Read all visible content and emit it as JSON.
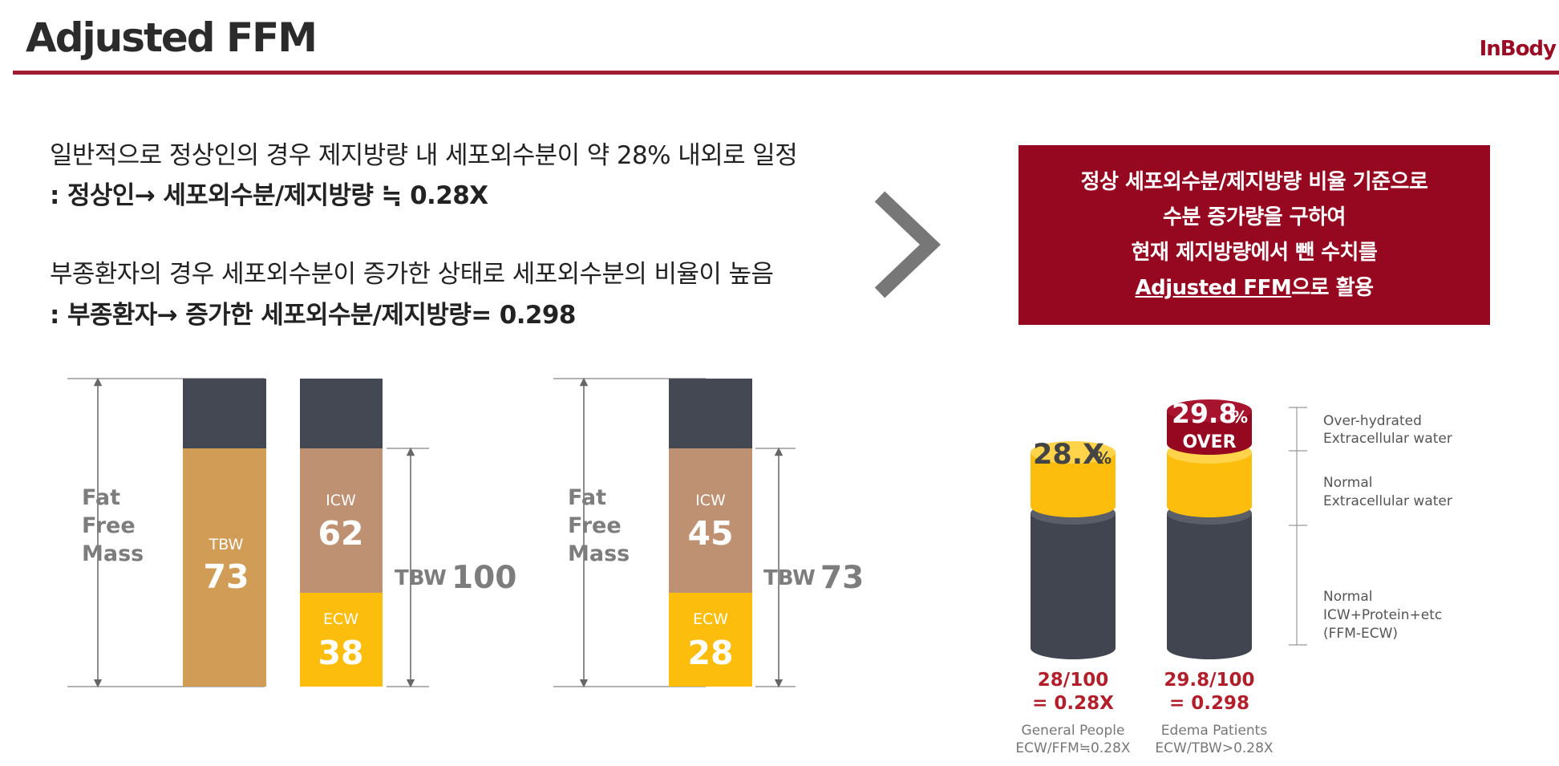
{
  "header": {
    "title": "Adjusted FFM",
    "brand": "InBody"
  },
  "intro": {
    "line1": "일반적으로 정상인의 경우 제지방량 내 세포외수분이 약 28% 내외로 일정",
    "line2": ": 정상인→ 세포외수분/제지방량 ≒ 0.28X",
    "line3": "부종환자의 경우 세포외수분이 증가한 상태로 세포외수분의 비율이 높음",
    "line4": ": 부종환자→ 증가한 세포외수분/제지방량= 0.298"
  },
  "callout": {
    "line1": "정상 세포외수분/제지방량 비율 기준으로",
    "line2": "수분 증가량을 구하여",
    "line3": "현재 제지방량에서 뺀 수치를",
    "line4_underlined": "Adjusted FFM",
    "line4_rest": "으로 활용"
  },
  "diagram_left": {
    "ffm_label": [
      "Fat",
      "Free",
      "Mass"
    ],
    "tbw_label": "TBW",
    "tbw_value": "73",
    "icw_label": "ICW",
    "icw_value": "62",
    "ecw_label": "ECW",
    "ecw_value": "38",
    "tbw_total_label": "TBW",
    "tbw_total_value": "100"
  },
  "diagram_mid": {
    "ffm_label": [
      "Fat",
      "Free",
      "Mass"
    ],
    "icw_label": "ICW",
    "icw_value": "45",
    "ecw_label": "ECW",
    "ecw_value": "28",
    "tbw_total_label": "TBW",
    "tbw_total_value": "73"
  },
  "cylinders": {
    "general": {
      "percent": "28.X",
      "pct_sign": "%",
      "ratio": "28/100",
      "result": "=  0.28X",
      "caption1": "General People",
      "caption2": "ECW/FFM≒0.28X"
    },
    "edema": {
      "percent": "29.8",
      "pct_sign": "%",
      "over": "OVER",
      "ratio": "29.8/100",
      "result": "=  0.298",
      "caption1": "Edema Patients",
      "caption2": "ECW/TBW>0.28X"
    }
  },
  "legend": {
    "over1": "Over-hydrated",
    "over2": "Extracellular water",
    "norm1": "Normal",
    "norm2": "Extracellular water",
    "icw1": "Normal",
    "icw2": "ICW+Protein+etc",
    "icw3": "(FFM-ECW)"
  },
  "colors": {
    "dark": "#434852",
    "tbw": "#d19c56",
    "icw": "#bf9173",
    "ecw": "#fcbd0c",
    "accent": "#960820",
    "arrow": "#666666",
    "cylinder_dark": "#41454f"
  }
}
